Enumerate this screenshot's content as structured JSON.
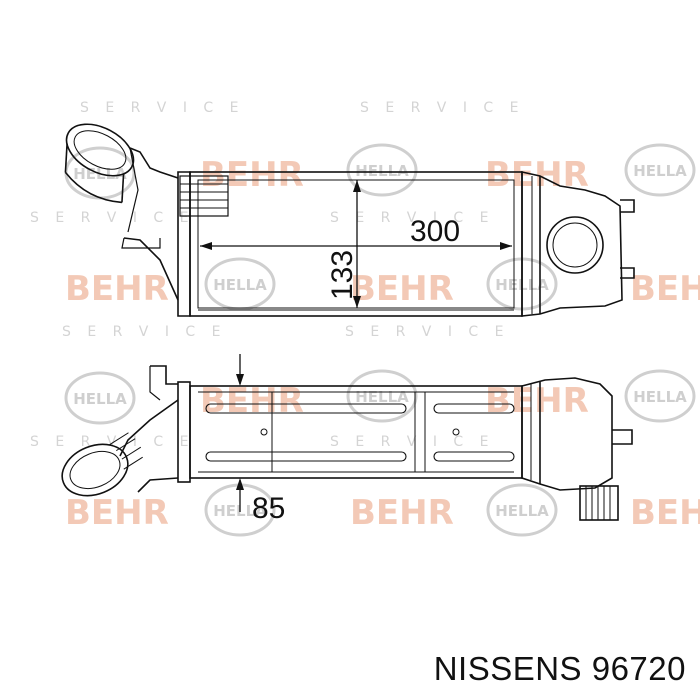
{
  "watermarks": {
    "brand_a": "BEHR",
    "brand_b": "HELLA",
    "service_row": "S E R V I C E"
  },
  "dimensions": {
    "length": "300",
    "height": "133",
    "depth": "85"
  },
  "caption": "NISSENS 96720",
  "colors": {
    "line": "#111111",
    "watermark_behr": "#f3c9b6",
    "watermark_hella": "#cfcfcf",
    "watermark_service": "#d4d4d4"
  }
}
